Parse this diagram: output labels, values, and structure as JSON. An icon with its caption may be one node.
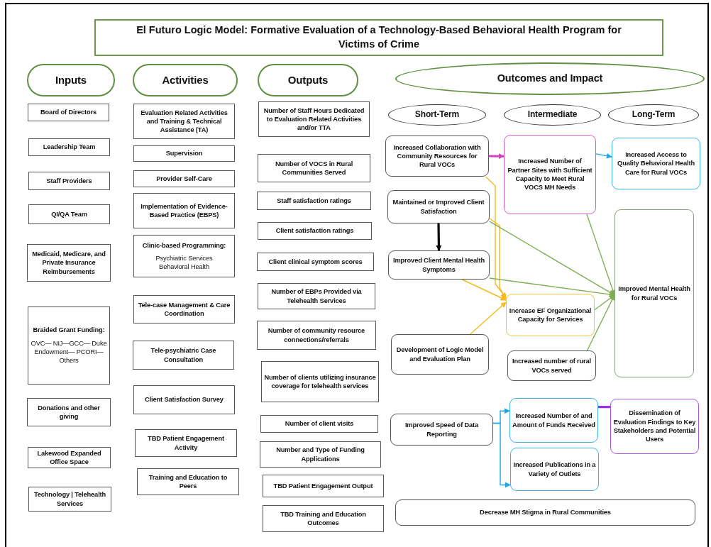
{
  "diagram": {
    "title": "El Futuro Logic Model: Formative Evaluation of a Technology-Based Behavioral Health Program for Victims of Crime",
    "nodes": [
      {
        "text": [
          "Inputs"
        ]
      },
      {
        "text": [
          "Activities"
        ]
      },
      {
        "text": [
          "Outputs"
        ]
      },
      {
        "text": [
          "Outcomes and Impact"
        ]
      },
      {
        "text": [
          "Short-Term"
        ]
      },
      {
        "text": [
          "Intermediate"
        ]
      },
      {
        "text": [
          "Long-Term"
        ]
      },
      {
        "text": [
          "Board of Directors"
        ]
      },
      {
        "text": [
          "Leadership Team"
        ]
      },
      {
        "text": [
          "Staff Providers"
        ]
      },
      {
        "text": [
          "QI/QA Team"
        ]
      },
      {
        "text": [
          "Medicaid, Medicare, and Private Insurance Reimbursements"
        ]
      },
      {
        "text": [
          "Braided Grant Funding:",
          "OVC— NIJ—GCC— Duke Endowment— PCORI— Others"
        ]
      },
      {
        "text": [
          "Donations and other giving"
        ]
      },
      {
        "text": [
          "Lakewood Expanded Office Space"
        ]
      },
      {
        "text": [
          "Technology | Telehealth Services"
        ]
      },
      {
        "text": [
          "Evaluation Related Activities and Training & Technical Assistance (TA)"
        ]
      },
      {
        "text": [
          "Supervision"
        ]
      },
      {
        "text": [
          "Provider Self-Care"
        ]
      },
      {
        "text": [
          "Implementation of Evidence-Based Practice (EBPS)"
        ]
      },
      {
        "text": [
          "Clinic-based Programming:",
          "Psychiatric Services",
          "Behavioral Health"
        ]
      },
      {
        "text": [
          "Tele-case Management & Care Coordination"
        ]
      },
      {
        "text": [
          "Tele-psychiatric Case Consultation"
        ]
      },
      {
        "text": [
          "Client Satisfaction Survey"
        ]
      },
      {
        "text": [
          "TBD Patient Engagement Activity"
        ]
      },
      {
        "text": [
          "Training and Education to Peers"
        ]
      },
      {
        "text": [
          "Number of Staff Hours Dedicated to Evaluation Related Activities and/or TTA"
        ]
      },
      {
        "text": [
          "Number of VOCS in Rural Communities Served"
        ]
      },
      {
        "text": [
          "Staff satisfaction ratings"
        ]
      },
      {
        "text": [
          "Client satisfaction ratings"
        ]
      },
      {
        "text": [
          "Client clinical symptom scores"
        ]
      },
      {
        "text": [
          "Number of EBPs Provided via Telehealth Services"
        ]
      },
      {
        "text": [
          "Number of community resource connections/referrals"
        ]
      },
      {
        "text": [
          "Number of clients utilizing insurance coverage for telehealth services"
        ]
      },
      {
        "text": [
          "Number of client visits"
        ]
      },
      {
        "text": [
          "Number and Type of Funding Applications"
        ]
      },
      {
        "text": [
          "TBD Patient Engagement Output"
        ]
      },
      {
        "text": [
          "TBD Training and Education Outcomes"
        ]
      },
      {
        "text": [
          "Increased Collaboration with Community Resources for Rural VOCs"
        ]
      },
      {
        "text": [
          "Increased Number of Partner Sites with Sufficient Capacity to Meet Rural VOCS MH Needs"
        ]
      },
      {
        "text": [
          "Increased Access to Quality Behavioral Health Care for Rural VOCs"
        ]
      },
      {
        "text": [
          "Maintained or Improved Client Satisfaction"
        ]
      },
      {
        "text": [
          "Improved Mental Health for Rural VOCs"
        ]
      },
      {
        "text": [
          "Improved Client Mental Health Symptoms"
        ]
      },
      {
        "text": [
          "Increase EF Organizational Capacity for Services"
        ]
      },
      {
        "text": [
          "Development of Logic Model and Evaluation Plan"
        ]
      },
      {
        "text": [
          "Increased number of rural VOCs served"
        ]
      },
      {
        "text": [
          "Improved Speed of Data Reporting"
        ]
      },
      {
        "text": [
          "Increased Number of and Amount of Funds Received"
        ]
      },
      {
        "text": [
          "Dissemination of Evaluation Findings to Key Stakeholders and Potential Users"
        ]
      },
      {
        "text": [
          "Increased Publications in a Variety of Outlets"
        ]
      },
      {
        "text": [
          "Decrease MH Stigma in Rural Communities"
        ]
      }
    ],
    "edges": [
      {
        "from": 38,
        "to": 39,
        "arrow": "to",
        "style": "thick",
        "color": "#d63fc4"
      },
      {
        "from": 39,
        "to": 40,
        "arrow": "to",
        "color": "#1fa8e6"
      },
      {
        "from": 41,
        "to": 43,
        "arrow": "to",
        "style": "thick",
        "color": "#000000"
      },
      {
        "from": 38,
        "to": 44,
        "arrow": "to",
        "color": "#f5b921"
      },
      {
        "from": 41,
        "to": 44,
        "arrow": "to",
        "color": "#f5b921"
      },
      {
        "from": 43,
        "to": 44,
        "arrow": "to",
        "color": "#f5b921"
      },
      {
        "from": 45,
        "to": 44,
        "arrow": "to",
        "color": "#f5b921"
      },
      {
        "from": 41,
        "to": 42,
        "arrow": "to"
      },
      {
        "from": 43,
        "to": 42,
        "arrow": "to"
      },
      {
        "from": 39,
        "to": 42,
        "arrow": "to"
      },
      {
        "from": 44,
        "to": 42,
        "arrow": "to"
      },
      {
        "from": 46,
        "to": 42,
        "arrow": "to"
      },
      {
        "from": 47,
        "to": 48,
        "arrow": "to",
        "color": "#1fa8e6"
      },
      {
        "from": 47,
        "to": 50,
        "arrow": "to",
        "color": "#1fa8e6"
      },
      {
        "from": 48,
        "to": 49,
        "arrow": "none",
        "style": "thick",
        "color": "#9b30f0"
      }
    ]
  }
}
